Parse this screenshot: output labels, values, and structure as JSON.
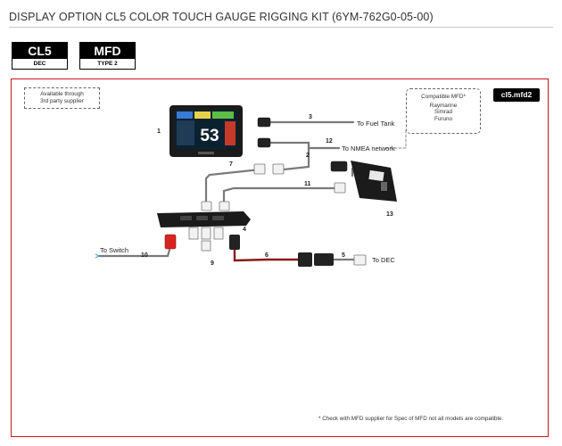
{
  "header": {
    "title": "DISPLAY OPTION CL5 COLOR TOUCH GAUGE RIGGING KIT (6YM-762G0-05-00)",
    "badges": [
      {
        "main": "CL5",
        "sub": "DEC"
      },
      {
        "main": "MFD",
        "sub": "TYPE 2"
      }
    ]
  },
  "diagram": {
    "third_party_note": [
      "Available through",
      "3rd party supplier"
    ],
    "compatible_mfd": {
      "heading": "Compatible MFD*",
      "brands": [
        "Raymarine",
        "Simrad",
        "Furuno"
      ]
    },
    "kit_badge": "cl5.mfd2",
    "gauge_readout": "53",
    "destinations": {
      "fuel_tank": "To Fuel Tank",
      "nmea": "To NMEA network",
      "switch": "To Switch",
      "dec": "To DEC"
    },
    "part_numbers": [
      "1",
      "2",
      "3",
      "4",
      "5",
      "6",
      "7",
      "9",
      "10",
      "11",
      "12",
      "13"
    ],
    "footnote": "* Check with MFD supplier for Spec of MFD not all models are compatible."
  },
  "colors": {
    "frame_border": "#c9161d",
    "cable": "#7a7a7a",
    "cable_red": "#8a1a1a",
    "connector_red": "#d9231f",
    "connector_white": "#f2f2f2",
    "device_body": "#1b1b1b",
    "badge_bg": "#000000"
  }
}
